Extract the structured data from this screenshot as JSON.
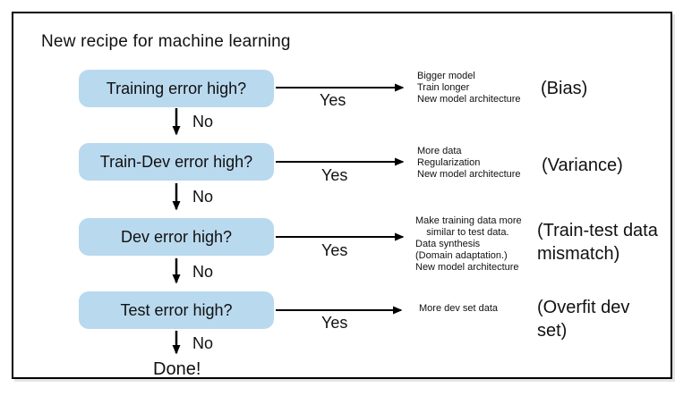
{
  "title": "New recipe for machine learning",
  "done_label": "Done!",
  "colors": {
    "box_fill": "#b9d9ee",
    "line": "#000000"
  },
  "rows": [
    {
      "question": "Training error high?",
      "yes_label": "Yes",
      "no_label": "No",
      "remedies": [
        "Bigger model",
        "Train longer",
        "New model architecture"
      ],
      "category": "(Bias)"
    },
    {
      "question": "Train-Dev error high?",
      "yes_label": "Yes",
      "no_label": "No",
      "remedies": [
        "More data",
        "Regularization",
        "New model architecture"
      ],
      "category": "(Variance)"
    },
    {
      "question": "Dev error high?",
      "yes_label": "Yes",
      "no_label": "No",
      "remedies": [
        "Make training data more",
        "    similar to test data.",
        "Data synthesis",
        "(Domain adaptation.)",
        "New model architecture"
      ],
      "category": "(Train-test data\nmismatch)"
    },
    {
      "question": "Test error high?",
      "yes_label": "Yes",
      "no_label": "No",
      "remedies": [
        "More dev set data"
      ],
      "category": "(Overfit dev\nset)"
    }
  ]
}
